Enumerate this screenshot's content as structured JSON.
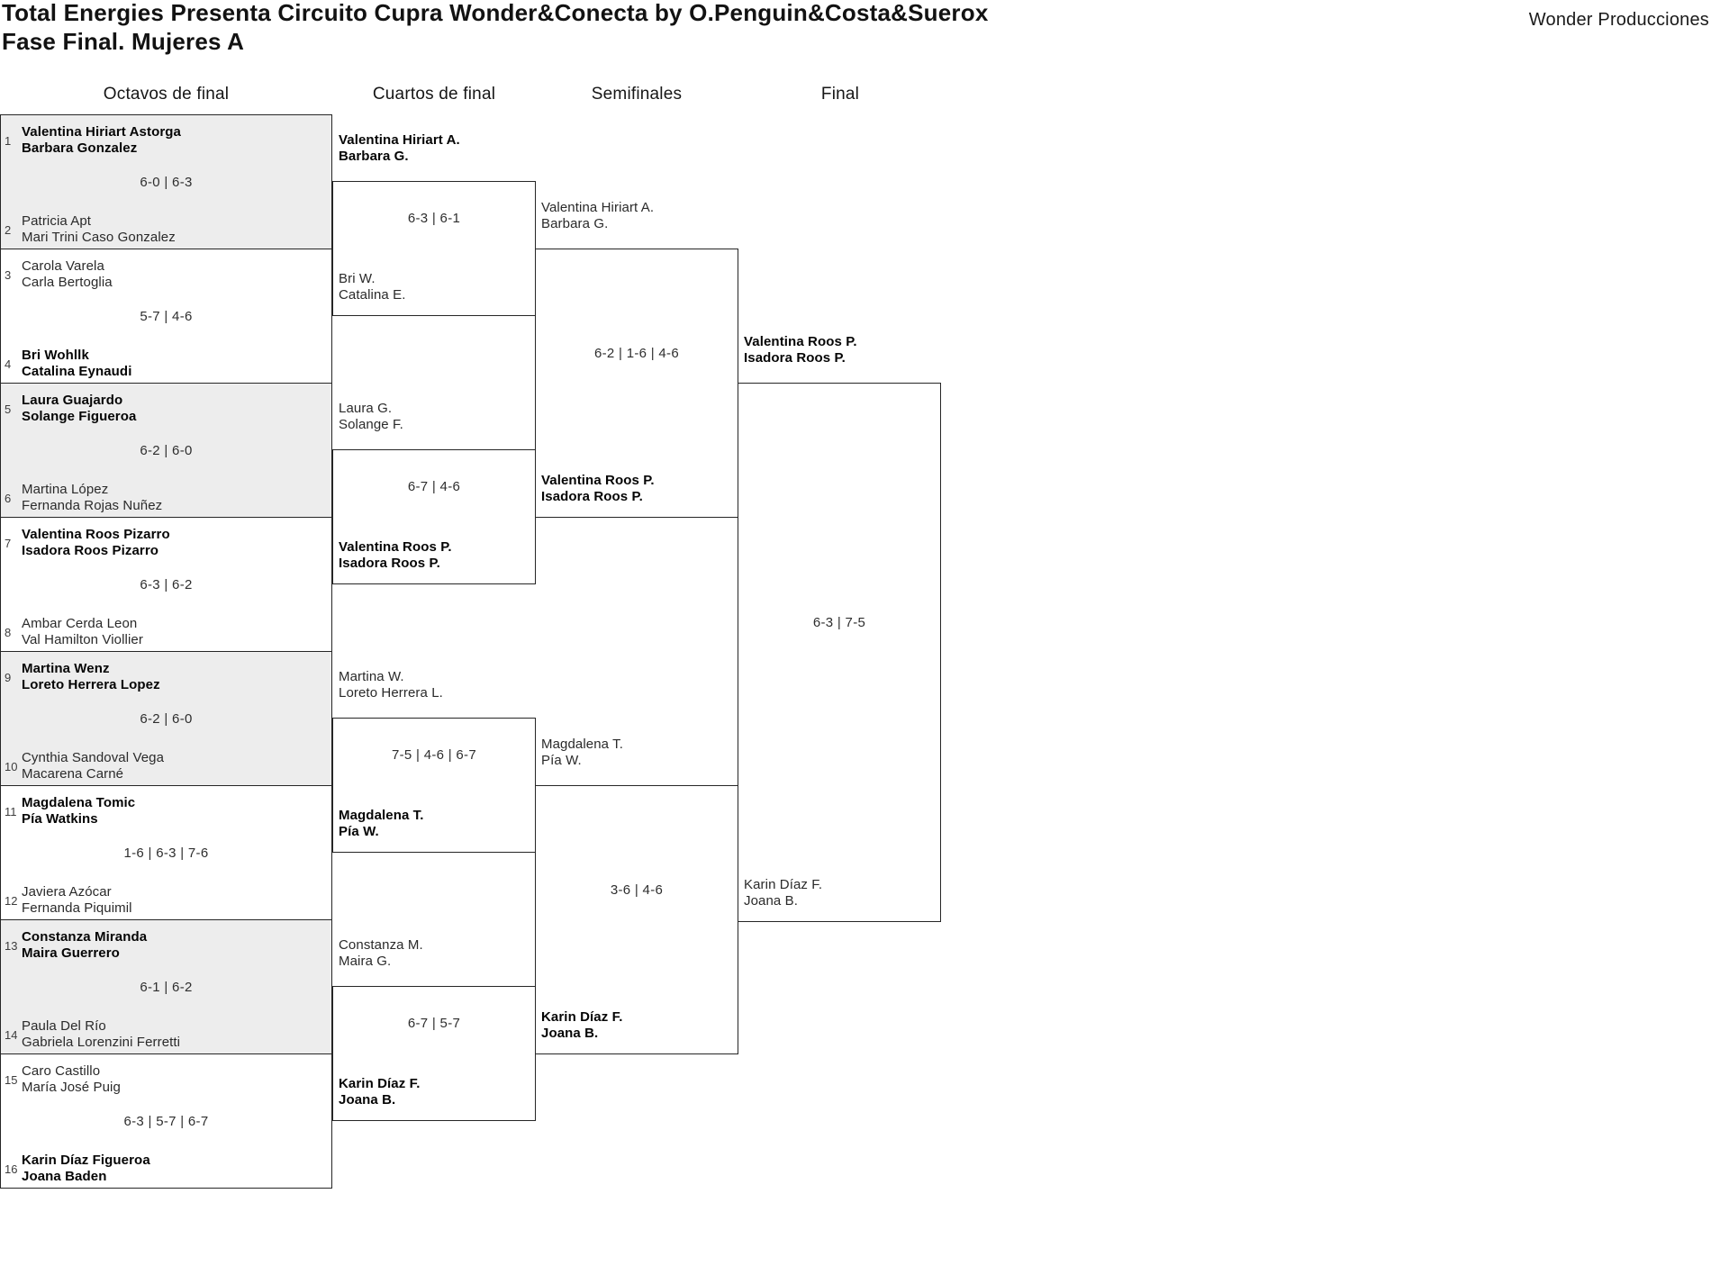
{
  "header": {
    "title_line1": "Total Energies Presenta Circuito Cupra Wonder&Conecta by O.Penguin&Costa&Suerox",
    "title_line2": "Fase Final. Mujeres A",
    "organizer": "Wonder Producciones"
  },
  "rounds": [
    "Octavos de final",
    "Cuartos de final",
    "Semifinales",
    "Final"
  ],
  "colors": {
    "shade": "#ededed",
    "border": "#262626",
    "text": "#2a2a2a"
  },
  "bracket": {
    "octavos": [
      {
        "seeds": [
          "1",
          "2"
        ],
        "teams": [
          [
            "Valentina Hiriart Astorga",
            "Barbara Gonzalez"
          ],
          [
            "Patricia Apt",
            "Mari Trini Caso Gonzalez"
          ]
        ],
        "winner": 0,
        "score": "6-0 | 6-3"
      },
      {
        "seeds": [
          "3",
          "4"
        ],
        "teams": [
          [
            "Carola Varela",
            "Carla Bertoglia"
          ],
          [
            "Bri Wohllk",
            "Catalina Eynaudi"
          ]
        ],
        "winner": 1,
        "score": "5-7 | 4-6"
      },
      {
        "seeds": [
          "5",
          "6"
        ],
        "teams": [
          [
            "Laura Guajardo",
            "Solange Figueroa"
          ],
          [
            "Martina López",
            "Fernanda Rojas Nuñez"
          ]
        ],
        "winner": 0,
        "score": "6-2 | 6-0"
      },
      {
        "seeds": [
          "7",
          "8"
        ],
        "teams": [
          [
            "Valentina Roos Pizarro",
            "Isadora Roos Pizarro"
          ],
          [
            "Ambar Cerda Leon",
            "Val Hamilton Viollier"
          ]
        ],
        "winner": 0,
        "score": "6-3 | 6-2"
      },
      {
        "seeds": [
          "9",
          "10"
        ],
        "teams": [
          [
            "Martina Wenz",
            "Loreto Herrera Lopez"
          ],
          [
            "Cynthia Sandoval Vega",
            "Macarena Carné"
          ]
        ],
        "winner": 0,
        "score": "6-2 | 6-0"
      },
      {
        "seeds": [
          "11",
          "12"
        ],
        "teams": [
          [
            "Magdalena Tomic",
            "Pía Watkins"
          ],
          [
            "Javiera Azócar",
            "Fernanda Piquimil"
          ]
        ],
        "winner": 0,
        "score": "1-6 | 6-3 | 7-6"
      },
      {
        "seeds": [
          "13",
          "14"
        ],
        "teams": [
          [
            "Constanza Miranda",
            "Maira Guerrero"
          ],
          [
            "Paula Del Río",
            "Gabriela Lorenzini Ferretti"
          ]
        ],
        "winner": 0,
        "score": "6-1 | 6-2"
      },
      {
        "seeds": [
          "15",
          "16"
        ],
        "teams": [
          [
            "Caro Castillo",
            "María José Puig"
          ],
          [
            "Karin Díaz Figueroa",
            "Joana Baden"
          ]
        ],
        "winner": 1,
        "score": "6-3 | 5-7 | 6-7"
      }
    ],
    "cuartos": [
      {
        "teams": [
          [
            "Valentina Hiriart A.",
            "Barbara G."
          ],
          [
            "Bri W.",
            "Catalina E."
          ]
        ],
        "winner": 0,
        "score": "6-3 | 6-1"
      },
      {
        "teams": [
          [
            "Laura G.",
            "Solange F."
          ],
          [
            "Valentina Roos P.",
            "Isadora Roos P."
          ]
        ],
        "winner": 1,
        "score": "6-7 | 4-6"
      },
      {
        "teams": [
          [
            "Martina W.",
            "Loreto Herrera L."
          ],
          [
            "Magdalena T.",
            "Pía W."
          ]
        ],
        "winner": 1,
        "score": "7-5 | 4-6 | 6-7"
      },
      {
        "teams": [
          [
            "Constanza M.",
            "Maira G."
          ],
          [
            "Karin Díaz F.",
            "Joana B."
          ]
        ],
        "winner": 1,
        "score": "6-7 | 5-7"
      }
    ],
    "semis": [
      {
        "teams": [
          [
            "Valentina Hiriart A.",
            "Barbara G."
          ],
          [
            "Valentina Roos P.",
            "Isadora Roos P."
          ]
        ],
        "winner": 1,
        "score": "6-2 | 1-6 | 4-6"
      },
      {
        "teams": [
          [
            "Magdalena T.",
            "Pía W."
          ],
          [
            "Karin Díaz F.",
            "Joana B."
          ]
        ],
        "winner": 1,
        "score": "3-6 | 4-6"
      }
    ],
    "final": [
      {
        "teams": [
          [
            "Valentina Roos P.",
            "Isadora Roos P."
          ],
          [
            "Karin Díaz F.",
            "Joana B."
          ]
        ],
        "winner": 0,
        "score": "6-3 | 7-5"
      }
    ]
  }
}
